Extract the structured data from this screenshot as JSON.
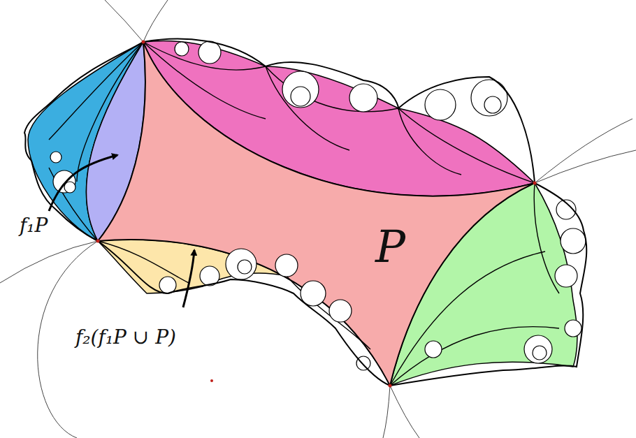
{
  "diagram": {
    "labels": [
      "f₁P",
      "f₂(f₁P ∪ P)",
      "P"
    ]
  }
}
